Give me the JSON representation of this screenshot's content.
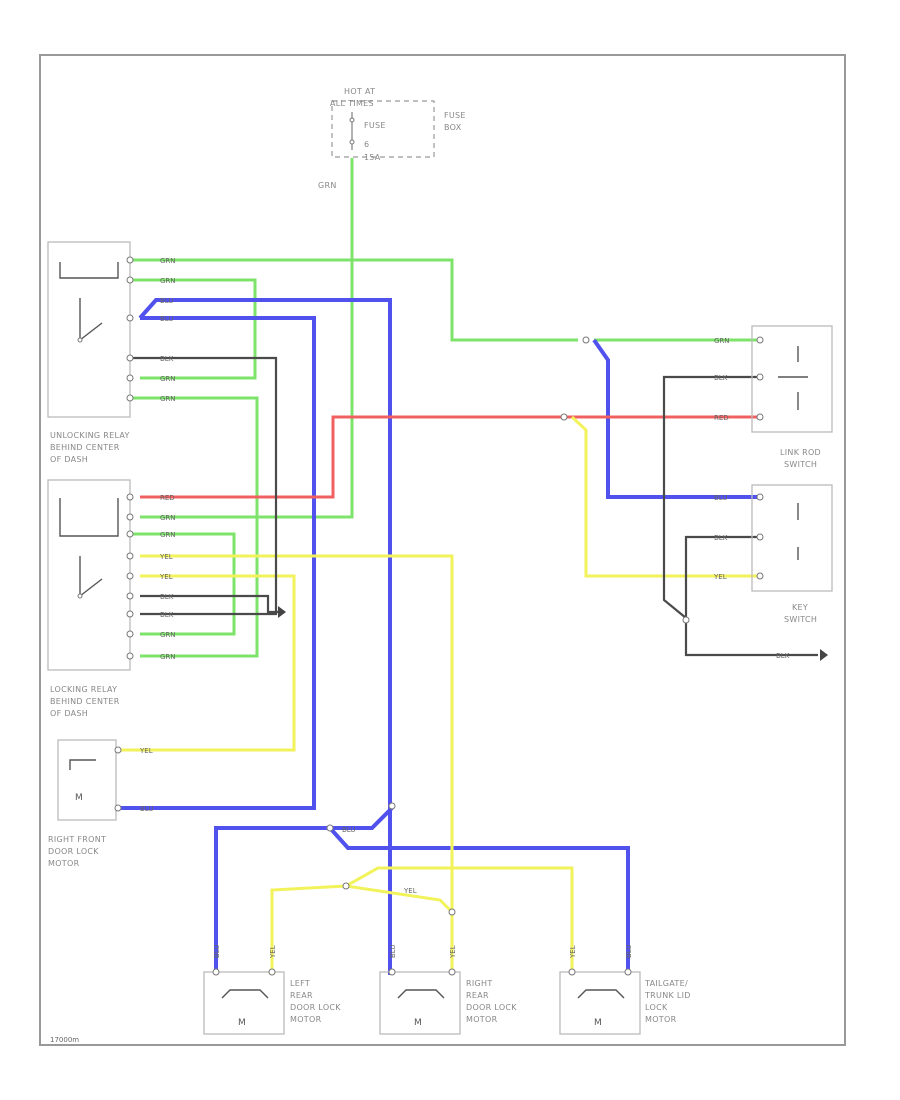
{
  "labels": {
    "hot_at": "HOT AT",
    "all_times": "ALL TIMES",
    "fuse_block": [
      "FUSE",
      "BOX"
    ],
    "fuse": "FUSE",
    "fuse_num": "6",
    "fuse_amp": "15A",
    "grn_vertical": "GRN",
    "unlocking_relay": [
      "UNLOCKING RELAY",
      "BEHIND CENTER",
      "OF DASH"
    ],
    "locking_relay": [
      "LOCKING RELAY",
      "BEHIND CENTER",
      "OF DASH"
    ],
    "right_front_motor": [
      "RIGHT FRONT",
      "DOOR LOCK",
      "MOTOR"
    ],
    "left_rear_motor": [
      "LEFT",
      "REAR",
      "DOOR LOCK",
      "MOTOR"
    ],
    "right_rear_motor": [
      "RIGHT",
      "REAR",
      "DOOR LOCK",
      "MOTOR"
    ],
    "tailgate_motor": [
      "TAILGATE/",
      "TRUNK LID",
      "LOCK",
      "MOTOR"
    ],
    "link_rod_switch": [
      "LINK ROD",
      "SWITCH"
    ],
    "key_switch": [
      "KEY",
      "SWITCH"
    ],
    "motor_symbol": "M",
    "figure_number": "17000m"
  },
  "wire_labels": {
    "grn": "GRN",
    "blu": "BLU",
    "blk": "BLK",
    "red": "RED",
    "yel": "YEL"
  },
  "colors": {
    "green": "#7ee36a",
    "blue": "#5151ee",
    "red": "#f06060",
    "yellow": "#f2f25a",
    "black": "#4a4a4a"
  }
}
